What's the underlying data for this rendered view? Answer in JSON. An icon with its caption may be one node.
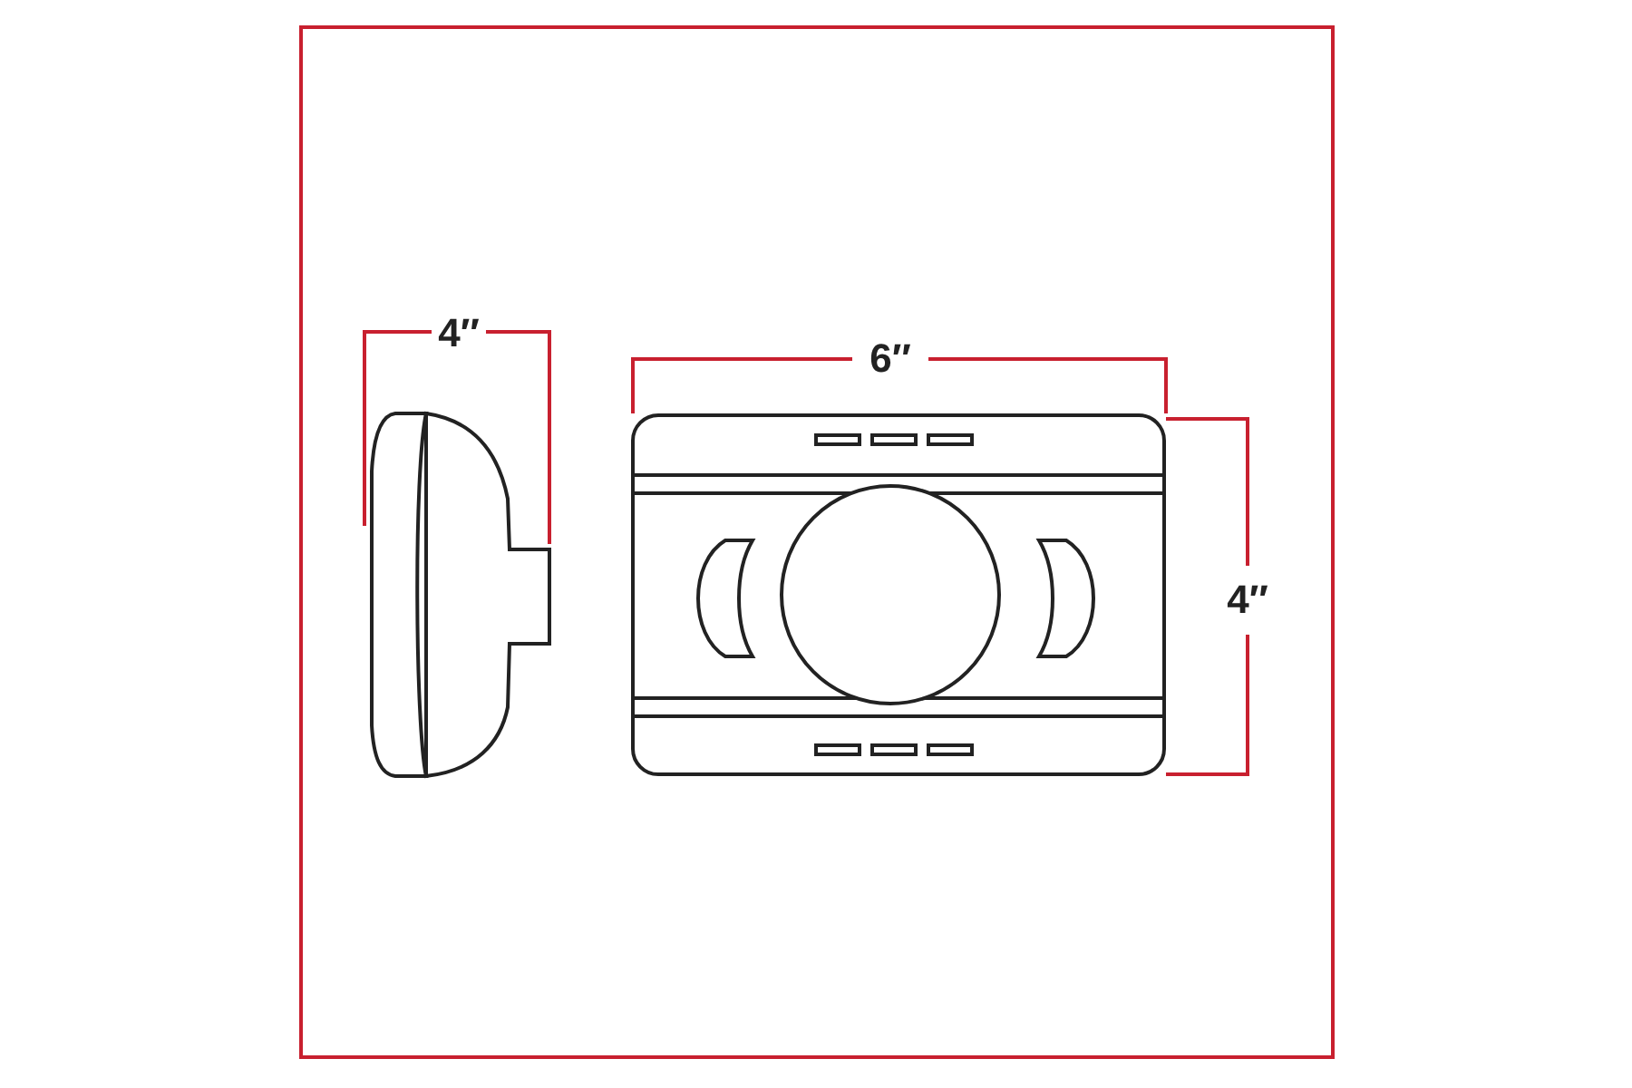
{
  "diagram": {
    "labels": [
      "4″",
      "6″",
      "4″"
    ]
  }
}
